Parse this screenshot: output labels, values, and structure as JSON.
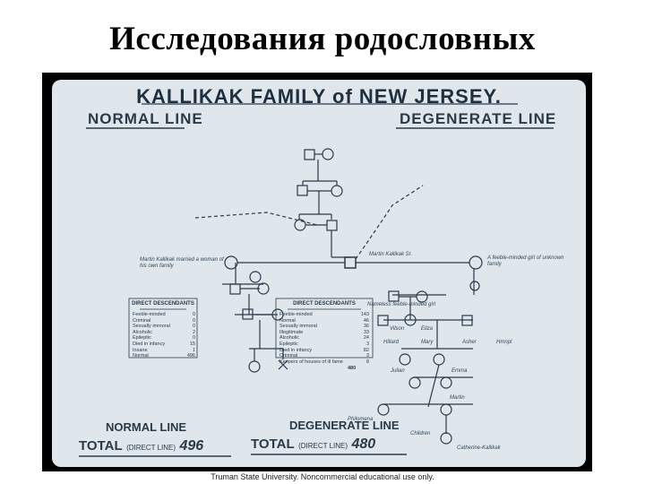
{
  "slide": {
    "title": "Исследования родословных"
  },
  "plate": {
    "title": "KALLIKAK FAMILY of NEW JERSEY.",
    "normal_line_label": "NORMAL LINE",
    "degenerate_line_label": "DEGENERATE LINE",
    "normal_foot_label": "NORMAL LINE",
    "degenerate_foot_label": "DEGENERATE LINE",
    "total_word": "TOTAL",
    "direct_line": "(DIRECT LINE)",
    "normal_total": "496",
    "degenerate_total": "480"
  },
  "people": {
    "martin": "Martin Kallikak Sr.",
    "tavern": "Nameless feeble-minded girl",
    "normal_note": "Martin Kallikak married a woman of his own family",
    "degen_note": "A feeble-minded girl of unknown family",
    "descendants": [
      "Vilson",
      "Eliza",
      "Hillard",
      "Mary",
      "Asher",
      "Hmnpl",
      "Julian",
      "Emma",
      "Martin",
      "Philomena",
      "Children",
      "Catherine-Kallikak"
    ]
  },
  "normal_box": {
    "title": "DIRECT DESCENDANTS",
    "rows": [
      {
        "label": "Feeble-minded",
        "value": "0"
      },
      {
        "label": "Criminal",
        "value": "0"
      },
      {
        "label": "Sexually immoral",
        "value": "0"
      },
      {
        "label": "Alcoholic",
        "value": "2"
      },
      {
        "label": "Epileptic",
        "value": "0"
      },
      {
        "label": "Died in infancy",
        "value": "15"
      },
      {
        "label": "Insane",
        "value": "1"
      },
      {
        "label": "Normal",
        "value": "496"
      }
    ]
  },
  "degen_box": {
    "title": "DIRECT DESCENDANTS",
    "rows": [
      {
        "label": "Feeble-minded",
        "value": "143"
      },
      {
        "label": "Normal",
        "value": "46"
      },
      {
        "label": "Sexually immoral",
        "value": "36"
      },
      {
        "label": "Illegitimate",
        "value": "33"
      },
      {
        "label": "Alcoholic",
        "value": "24"
      },
      {
        "label": "Epileptic",
        "value": "3"
      },
      {
        "label": "Died in infancy",
        "value": "82"
      },
      {
        "label": "Criminal",
        "value": "3"
      },
      {
        "label": "Keepers of houses of ill fame",
        "value": "8"
      }
    ],
    "total": "480"
  },
  "caption": "Truman State University. Noncommercial educational use only.",
  "colors": {
    "plate": "#dfe6ec",
    "ink": "#2a3a48",
    "frame": "#000000"
  }
}
